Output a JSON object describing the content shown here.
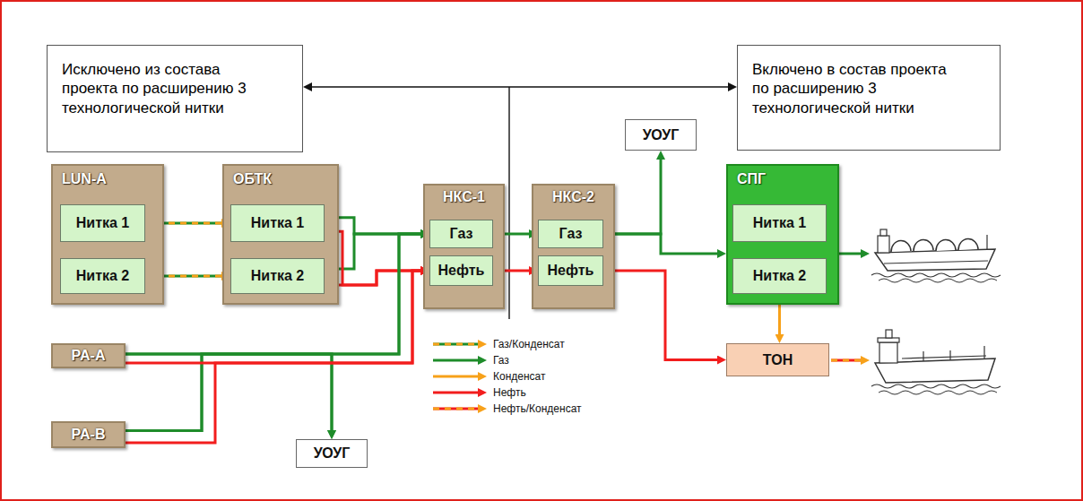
{
  "diagram": {
    "nodes": [
      {
        "text": [
          "Исключено из состава проекта по расширению 3 технологической нитки"
        ]
      },
      {
        "text": [
          "Включено в состав проекта по расширению 3 технологической нитки"
        ]
      },
      {
        "text": [
          "LUN-A"
        ]
      },
      {
        "text": [
          "Нитка 1"
        ],
        "in": 2
      },
      {
        "text": [
          "Нитка 2"
        ],
        "in": 2
      },
      {
        "text": [
          "ОБТК"
        ]
      },
      {
        "text": [
          "Нитка 1"
        ],
        "in": 5
      },
      {
        "text": [
          "Нитка 2"
        ],
        "in": 5
      },
      {
        "text": [
          "НКС-1"
        ]
      },
      {
        "text": [
          "Газ"
        ],
        "in": 8
      },
      {
        "text": [
          "Нефть"
        ],
        "in": 8
      },
      {
        "text": [
          "НКС-2"
        ]
      },
      {
        "text": [
          "Газ"
        ],
        "in": 11
      },
      {
        "text": [
          "Нефть"
        ],
        "in": 11
      },
      {
        "text": [
          "УОУГ"
        ]
      },
      {
        "text": [
          "СПГ"
        ]
      },
      {
        "text": [
          "Нитка 1"
        ],
        "in": 15
      },
      {
        "text": [
          "Нитка 2"
        ],
        "in": 15
      },
      {
        "text": [
          "PA-A"
        ]
      },
      {
        "text": [
          "PA-B"
        ]
      },
      {
        "text": [
          "УОУГ"
        ]
      },
      {
        "text": [
          "ТОН"
        ]
      }
    ],
    "edges": [
      {
        "from": 0,
        "to": 1,
        "arrow": "both"
      },
      {
        "from": 3,
        "to": 6,
        "arrow": "to"
      },
      {
        "from": 4,
        "to": 7,
        "arrow": "to"
      },
      {
        "from": 6,
        "to": 9,
        "arrow": "to"
      },
      {
        "from": 7,
        "to": 9,
        "arrow": "to"
      },
      {
        "from": 6,
        "to": 10,
        "arrow": "to"
      },
      {
        "from": 7,
        "to": 10,
        "arrow": "to"
      },
      {
        "from": 18,
        "to": 9,
        "arrow": "to"
      },
      {
        "from": 19,
        "to": 9,
        "arrow": "to"
      },
      {
        "from": 18,
        "to": 20,
        "arrow": "to"
      },
      {
        "from": 19,
        "to": 20,
        "arrow": "to"
      },
      {
        "from": 18,
        "to": 10,
        "arrow": "to"
      },
      {
        "from": 19,
        "to": 10,
        "arrow": "to"
      },
      {
        "from": 9,
        "to": 12,
        "arrow": "to"
      },
      {
        "from": 10,
        "to": 13,
        "arrow": "to"
      },
      {
        "from": 12,
        "to": 14,
        "arrow": "to"
      },
      {
        "from": 12,
        "to": 15,
        "arrow": "to"
      },
      {
        "from": 13,
        "to": 21,
        "arrow": "to"
      },
      {
        "from": 17,
        "to": 21,
        "arrow": "to"
      }
    ],
    "legend": [
      {
        "text": "Газ/Конденсат"
      },
      {
        "text": "Газ"
      },
      {
        "text": "Конденсат"
      },
      {
        "text": "Нефть"
      },
      {
        "text": "Нефть/Конденсат"
      }
    ]
  }
}
